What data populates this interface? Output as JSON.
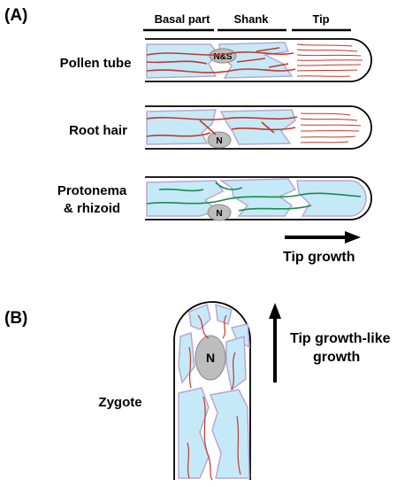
{
  "panel_a": {
    "letter": "(A)",
    "regions": {
      "basal": "Basal part",
      "shank": "Shank",
      "tip": "Tip"
    },
    "cells": [
      {
        "label_line1": "Pollen tube",
        "label_line2": "",
        "nucleus_label": "N&S",
        "filament_color": "#c0392b"
      },
      {
        "label_line1": "Root hair",
        "label_line2": "",
        "nucleus_label": "N",
        "filament_color": "#c0392b"
      },
      {
        "label_line1": "Protonema",
        "label_line2": "& rhizoid",
        "nucleus_label": "N",
        "filament_color": "#1a8a4a"
      }
    ],
    "growth_label": "Tip growth"
  },
  "panel_b": {
    "letter": "(B)",
    "cell_label": "Zygote",
    "nucleus_label": "N",
    "growth_label_line1": "Tip growth-like",
    "growth_label_line2": "growth"
  },
  "colors": {
    "vacuole": "#c6e9f8",
    "cytoplasm_edge": "#b8a7cf",
    "nucleus": "#bdbdbd",
    "actin_red": "#c0392b",
    "actin_green": "#1a8a4a"
  }
}
